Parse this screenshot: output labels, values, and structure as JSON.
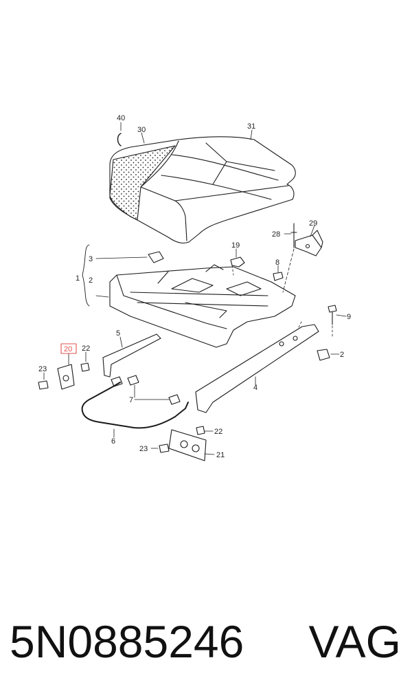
{
  "diagram": {
    "callouts": {
      "c40": "40",
      "c30": "30",
      "c31": "31",
      "c29": "29",
      "c28": "28",
      "c19": "19",
      "c8": "8",
      "c3": "3",
      "c1": "1",
      "c2a": "2",
      "c9": "9",
      "c2b": "2",
      "c5": "5",
      "c20": "20",
      "c22a": "22",
      "c23a": "23",
      "c7": "7",
      "c4": "4",
      "c6": "6",
      "c22b": "22",
      "c23b": "23",
      "c21": "21"
    },
    "highlight_color": "#e0524f",
    "line_color": "#1a1a1a"
  },
  "footer": {
    "part_number": "5N0885246",
    "brand": "VAG"
  }
}
